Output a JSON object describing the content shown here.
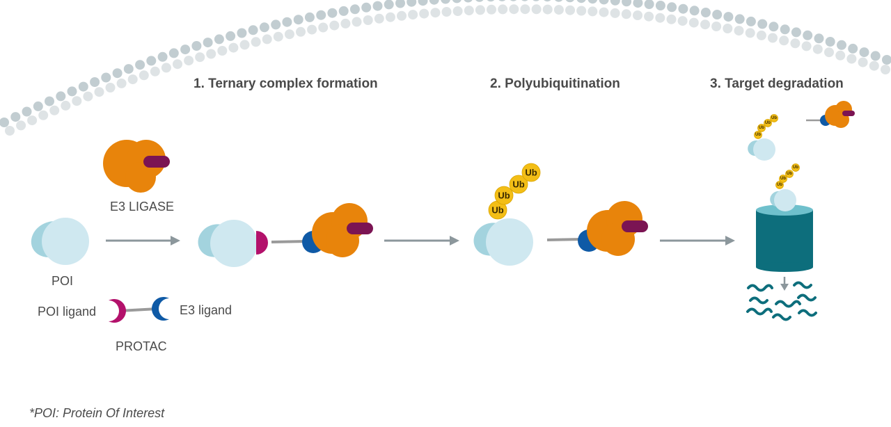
{
  "steps": {
    "step1": "1. Ternary complex formation",
    "step2": "2. Polyubiquitination",
    "step3": "3. Target degradation"
  },
  "labels": {
    "e3_ligase": "E3 LIGASE",
    "poi": "POI",
    "poi_ligand": "POI ligand",
    "e3_ligand": "E3 ligand",
    "protac": "PROTAC",
    "ub": "Ub"
  },
  "footnote": "*POI: Protein Of Interest",
  "colors": {
    "poi_light": "#cfe8f0",
    "poi_dark": "#a3d3de",
    "e3_orange": "#e8840b",
    "e3_binder": "#7b1453",
    "poi_ligand_magenta": "#b3116b",
    "e3_ligand_blue": "#0f5aa6",
    "linker_gray": "#9a9a9a",
    "arrow_gray": "#8c979c",
    "ub_yellow": "#f3be16",
    "proteasome_teal": "#0d6e7c",
    "proteasome_top": "#6fc0cc",
    "membrane_dark": "#c2cdd1",
    "membrane_light": "#dee3e5"
  }
}
